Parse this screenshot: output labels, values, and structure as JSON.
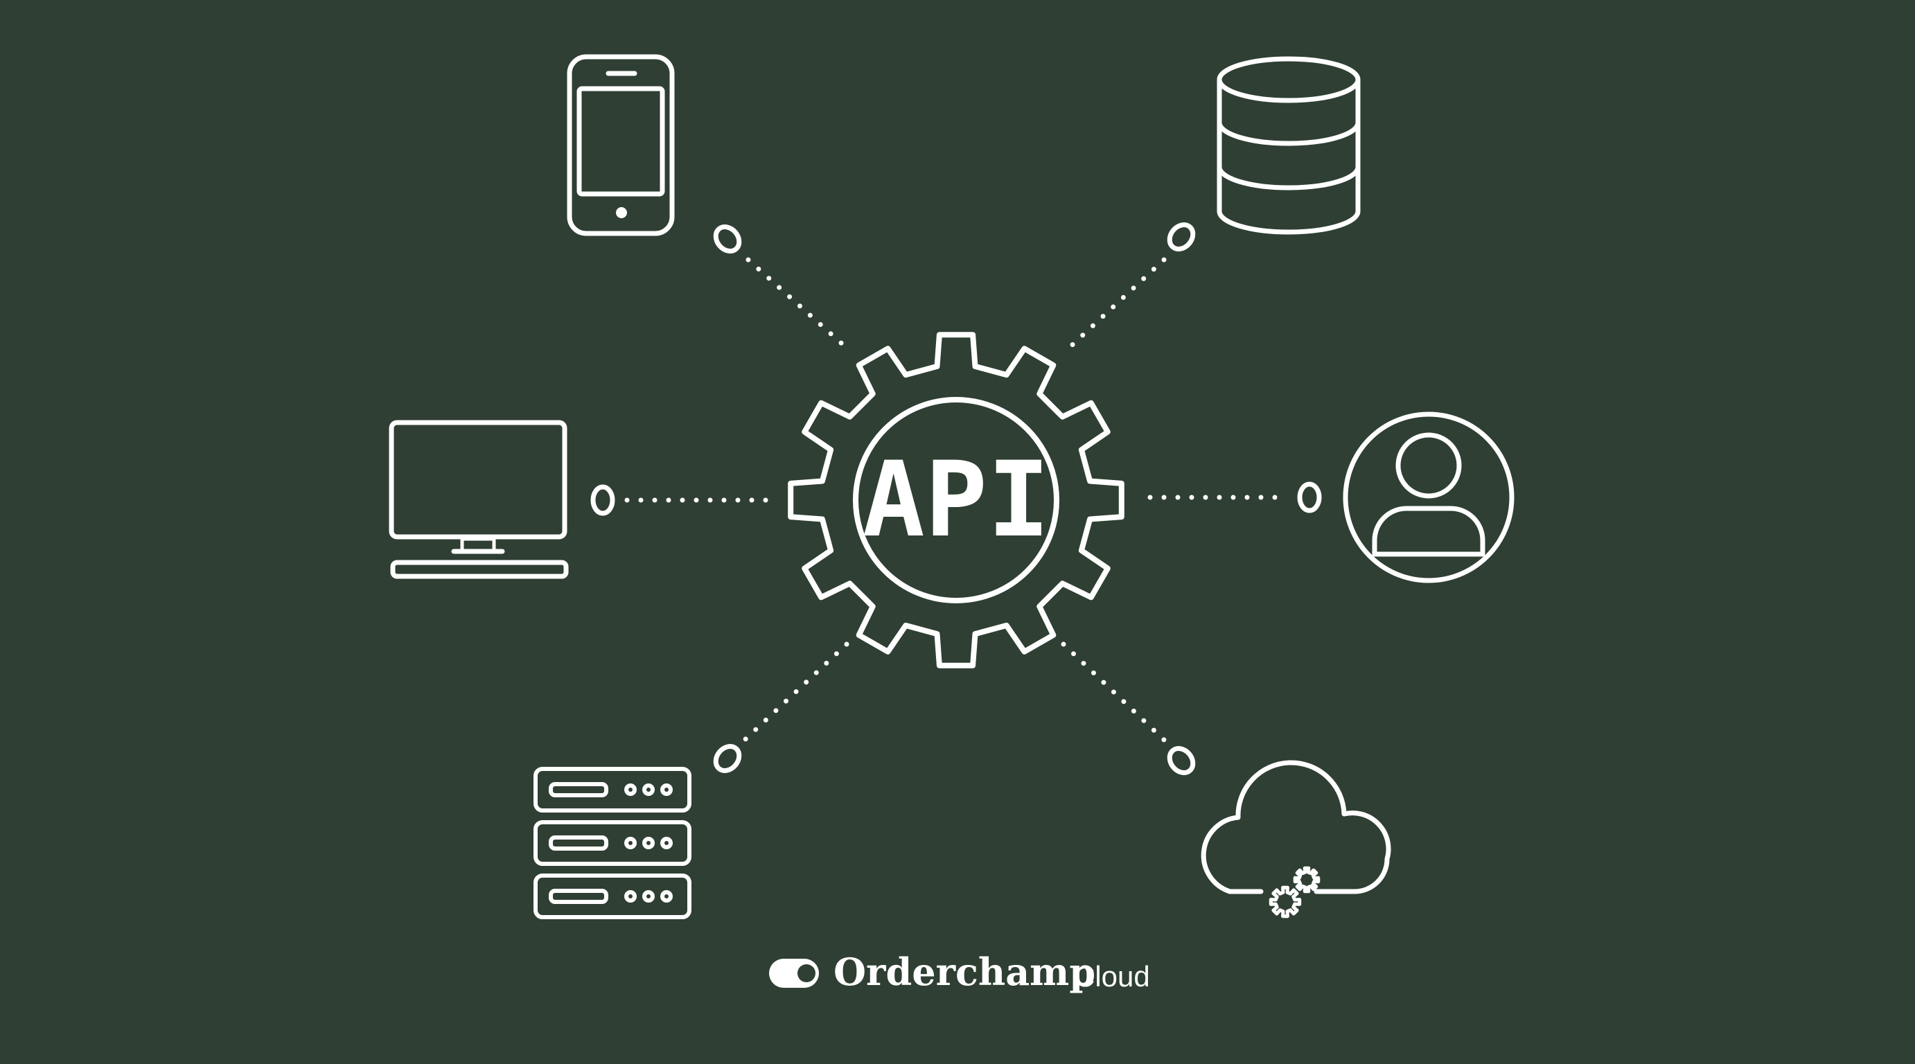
{
  "diagram": {
    "center_label": "API",
    "nodes": [
      {
        "id": "mobile",
        "icon": "smartphone-icon"
      },
      {
        "id": "database",
        "icon": "database-icon"
      },
      {
        "id": "desktop",
        "icon": "desktop-computer-icon"
      },
      {
        "id": "user",
        "icon": "user-profile-icon"
      },
      {
        "id": "server",
        "icon": "server-rack-icon"
      },
      {
        "id": "cloud",
        "icon": "cloud-settings-icon"
      }
    ]
  },
  "footer": {
    "brand_name": "Orderchamp",
    "brand_suffix": "Cloud",
    "logo_icon": "orderchamp-logo-icon"
  },
  "colors": {
    "background": "#2f3f33",
    "stroke": "#ffffff"
  }
}
